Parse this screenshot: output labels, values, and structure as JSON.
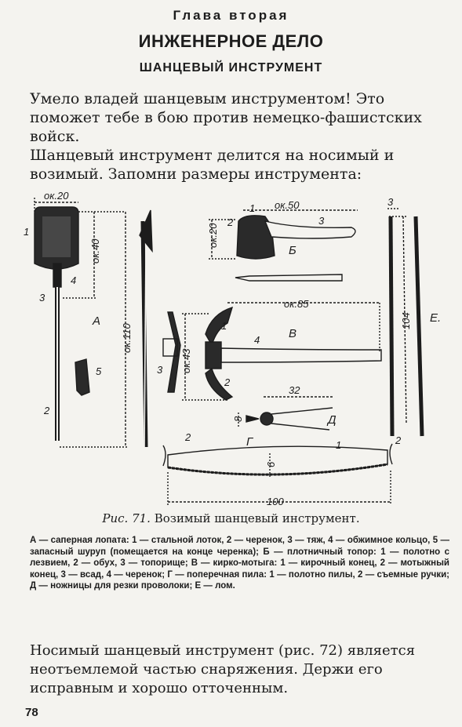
{
  "header": {
    "chapter": "Глава вторая",
    "title": "ИНЖЕНЕРНОЕ ДЕЛО",
    "subtitle": "ШАНЦЕВЫЙ ИНСТРУМЕНТ"
  },
  "paragraphs": {
    "p1": "Умело владей шанцевым инструментом! Это поможет тебе в бою против немецко-фашистских войск.",
    "p2": "Шанцевый инструмент делится на носимый и возимый. Запомни размеры инструмента:",
    "p3": "Носимый шанцевый инструмент (рис. 72) является неотъемлемой частью снаряжения. Держи его исправным и хорошо отточенным."
  },
  "figure": {
    "caption_ref": "Рис. 71.",
    "caption_text": "Возимый шанцевый инструмент.",
    "legend": "А — саперная лопата: 1 — стальной лоток, 2 — черенок, 3 — тяж, 4 — обжимное кольцо, 5 — запасный шуруп (помещается на конце черенка); Б — плотничный топор: 1 — полотно с лезвием, 2 — обух, 3 — топорище; В — кирко-мотыга: 1 — кирочный конец, 2 — мотыжный конец, 3 — всад, 4 — черенок; Г — поперечная пила: 1 — полотно пилы, 2 — съемные ручки; Д — ножницы для резки проволоки; Е — лом.",
    "labels": {
      "shovel_width": "ок.20",
      "shovel_blade": "ок.40",
      "shovel_total": "ок.110",
      "axe_head": "ок.20",
      "axe_length": "ок.50",
      "pick_length": "ок.85",
      "pick_head": "ок.43",
      "shears_length": "32",
      "shears_width": "8",
      "crowbar_width": "3",
      "crowbar_length": "104",
      "saw_width": "6",
      "saw_length": "100",
      "letter_A": "А",
      "letter_B": "Б",
      "letter_V": "В",
      "letter_G": "Г",
      "letter_D": "Д",
      "letter_E": "Е.",
      "n1": "1",
      "n2": "2",
      "n3": "3",
      "n4": "4",
      "n5": "5"
    }
  },
  "page_number": "78"
}
